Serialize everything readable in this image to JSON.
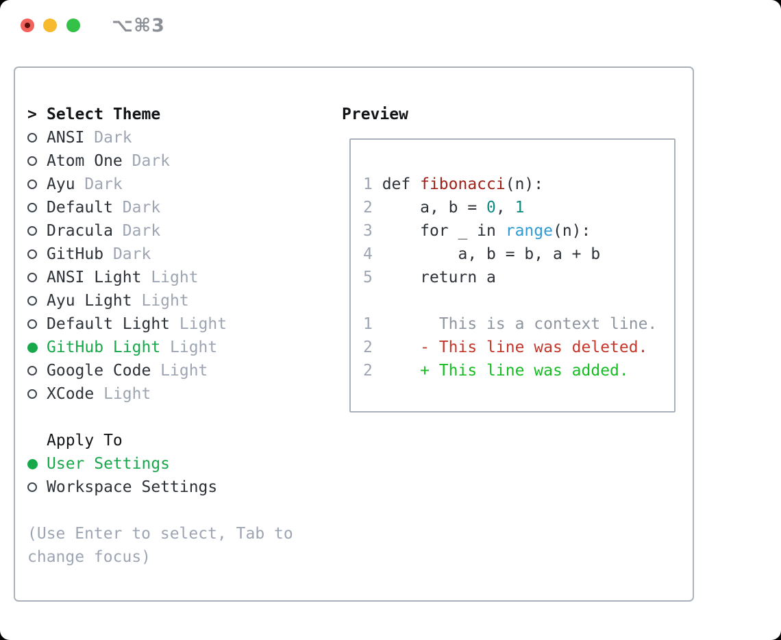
{
  "window": {
    "title": "⌥⌘3"
  },
  "traffic_lights": {
    "close": "close-button",
    "minimize": "minimize-button",
    "zoom": "zoom-button"
  },
  "theme_picker": {
    "prompt": ">",
    "header": "Select Theme",
    "themes": [
      {
        "name": "ANSI",
        "variant": "Dark",
        "selected": false
      },
      {
        "name": "Atom One",
        "variant": "Dark",
        "selected": false
      },
      {
        "name": "Ayu",
        "variant": "Dark",
        "selected": false
      },
      {
        "name": "Default",
        "variant": "Dark",
        "selected": false
      },
      {
        "name": "Dracula",
        "variant": "Dark",
        "selected": false
      },
      {
        "name": "GitHub",
        "variant": "Dark",
        "selected": false
      },
      {
        "name": "ANSI Light",
        "variant": "Light",
        "selected": false
      },
      {
        "name": "Ayu Light",
        "variant": "Light",
        "selected": false
      },
      {
        "name": "Default Light",
        "variant": "Light",
        "selected": false
      },
      {
        "name": "GitHub Light",
        "variant": "Light",
        "selected": true
      },
      {
        "name": "Google Code",
        "variant": "Light",
        "selected": false
      },
      {
        "name": "XCode",
        "variant": "Light",
        "selected": false
      }
    ],
    "apply_to": {
      "header": "Apply To",
      "options": [
        {
          "name": "User Settings",
          "selected": true
        },
        {
          "name": "Workspace Settings",
          "selected": false
        }
      ]
    },
    "hint": "(Use Enter to select, Tab to change focus)"
  },
  "preview": {
    "header": "Preview",
    "lines": [
      {
        "num": "1",
        "tokens": [
          [
            "def ",
            "fg"
          ],
          [
            "fibonacci",
            "func"
          ],
          [
            "(n):",
            "fg"
          ]
        ]
      },
      {
        "num": "2",
        "tokens": [
          [
            "    a, b = ",
            "fg"
          ],
          [
            "0",
            "numlit"
          ],
          [
            ", ",
            "fg"
          ],
          [
            "1",
            "numlit"
          ]
        ]
      },
      {
        "num": "3",
        "tokens": [
          [
            "    for _ in ",
            "fg"
          ],
          [
            "range",
            "builtin"
          ],
          [
            "(n):",
            "fg"
          ]
        ]
      },
      {
        "num": "4",
        "tokens": [
          [
            "        a, b = b, a + b",
            "fg"
          ]
        ]
      },
      {
        "num": "5",
        "tokens": [
          [
            "    return a",
            "fg"
          ]
        ]
      },
      {
        "num": "",
        "tokens": []
      },
      {
        "num": "1",
        "tokens": [
          [
            "      This is a context line.",
            "context"
          ]
        ]
      },
      {
        "num": "2",
        "tokens": [
          [
            "    - This line was deleted.",
            "deleted"
          ]
        ]
      },
      {
        "num": "2",
        "tokens": [
          [
            "    + This line was added.",
            "added"
          ]
        ]
      }
    ]
  },
  "colors": {
    "accent_green": "#17a84a",
    "added_green": "#15bd22",
    "deleted_red": "#c5362a",
    "function_red": "#9f1f17",
    "number_teal": "#0e8a80",
    "builtin_blue": "#2e9bd6",
    "text_dark": "#2b3137",
    "header_black": "#111417",
    "muted_gray": "#9da5b2",
    "context_gray": "#8e959e",
    "border_gray": "#a9b1bb",
    "titlebar_gray": "#8b9096",
    "traffic_red": "#f2615a",
    "traffic_red_dot": "#5c100b",
    "traffic_yellow": "#f7b92e",
    "traffic_green": "#33c148"
  }
}
